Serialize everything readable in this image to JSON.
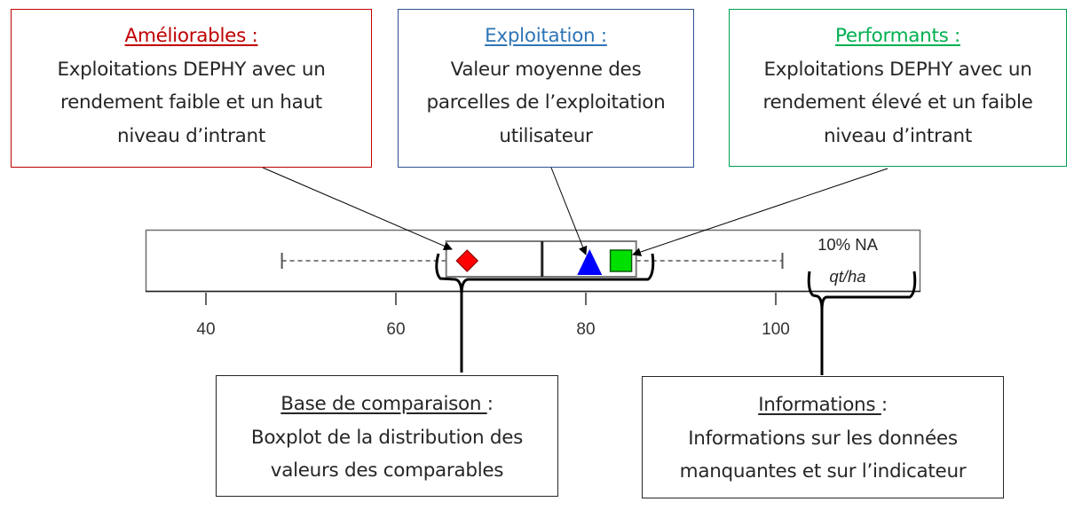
{
  "callouts": {
    "ameliorables": {
      "title": "Améliorables :",
      "lines": [
        "Exploitations DEPHY avec un",
        "rendement faible et un haut",
        "niveau d’intrant"
      ],
      "color": "#c00000"
    },
    "exploitation": {
      "title": "Exploitation :",
      "lines": [
        "Valeur moyenne des",
        "parcelles de l’exploitation",
        "utilisateur"
      ],
      "color": "#2e75b6"
    },
    "performants": {
      "title": "Performants :",
      "lines": [
        "Exploitations DEPHY avec un",
        "rendement élevé et un faible",
        "niveau d’intrant"
      ],
      "color": "#00b050"
    },
    "base": {
      "title": "Base de comparaison ",
      "colon": ":",
      "lines": [
        "Boxplot de la distribution des",
        "valeurs des comparables"
      ]
    },
    "info": {
      "title": "Informations ",
      "colon": ":",
      "lines": [
        "Informations sur les données",
        "manquantes et sur l’indicateur"
      ]
    }
  },
  "chart_data": {
    "type": "boxplot",
    "orientation": "horizontal",
    "x_ticks": [
      40,
      60,
      80,
      100
    ],
    "x_tick_labels": [
      "40",
      "60",
      "80",
      "100"
    ],
    "xlim": [
      31,
      115
    ],
    "boxplot": {
      "whisker_low": 48,
      "q1": 65.3,
      "median": 75.4,
      "q3": 85.3,
      "whisker_high": 100.7
    },
    "markers": [
      {
        "name": "Améliorables",
        "shape": "diamond",
        "value": 67.5,
        "color": "#ff0000"
      },
      {
        "name": "Exploitation",
        "shape": "triangle",
        "value": 80.4,
        "color": "#0000ff"
      },
      {
        "name": "Performants",
        "shape": "square",
        "value": 83.7,
        "color": "#00e000"
      }
    ],
    "na_label": "10% NA",
    "unit_label": "qt/ha"
  }
}
